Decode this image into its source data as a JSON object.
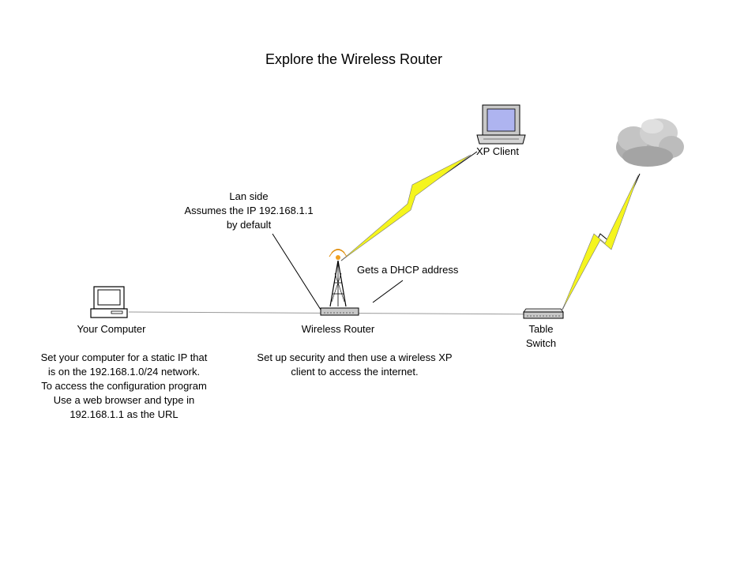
{
  "title": "Explore the Wireless Router",
  "nodes": {
    "xp_client": {
      "label": "XP Client",
      "icon": "laptop-icon"
    },
    "your_computer": {
      "label": "Your Computer",
      "icon": "desktop-computer-icon"
    },
    "wireless_router": {
      "label": "Wireless Router",
      "icon": "router-tower-icon"
    },
    "table_switch": {
      "label_lines": [
        "Table",
        "Switch"
      ],
      "icon": "switch-icon"
    },
    "internet": {
      "icon": "cloud-icon"
    }
  },
  "annotations": {
    "lan_side": [
      "Lan side",
      "Assumes the IP 192.168.1.1",
      "by default"
    ],
    "dhcp": "Gets a DHCP address",
    "computer_note": [
      "Set your computer for a static IP that",
      "is on the 192.168.1.0/24 network.",
      "To access the configuration program",
      "Use a web browser and  type in",
      "192.168.1.1 as the URL"
    ],
    "router_note": [
      "Set up security and  then use a  wireless XP",
      "client to access the  internet."
    ]
  },
  "colors": {
    "lightning": "#f5f51e",
    "screen": "#aeb4f0",
    "device_gray": "#c8c8c8",
    "link_line": "#9a9a9a"
  }
}
